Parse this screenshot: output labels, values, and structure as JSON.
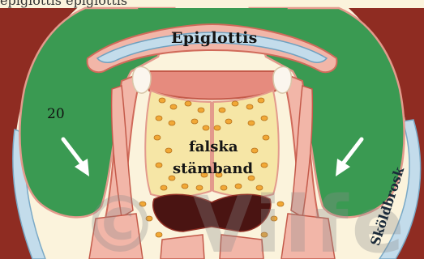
{
  "top_text": "epiglottis    epiglottis",
  "labels": {
    "epiglottis": "Epiglottis",
    "number": "20",
    "false_vocal_cords_line1": "falska",
    "false_vocal_cords_line2": "stämband",
    "thyroid_cartilage": "Sköldbrosk"
  },
  "watermark": "© Vilfe",
  "icons": [
    "arrow-left-icon",
    "arrow-right-icon"
  ],
  "colors": {
    "background": "#fbf3dc",
    "green_space": "#3a9a52",
    "muscle_dark_red": "#8f2c22",
    "cartilage_blue": "#c3dceb",
    "mucosa_pink": "#f2b6a8",
    "gland_yellow": "#f6e6a6",
    "gland_orange": "#f1a836",
    "cavity_dark": "#4a1412"
  }
}
